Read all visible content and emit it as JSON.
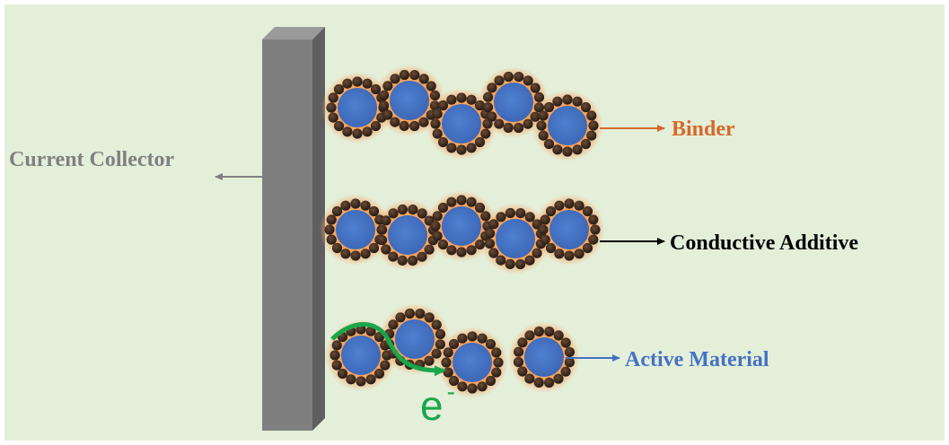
{
  "labels": {
    "current_collector": "Current Collector",
    "binder": "Binder",
    "conductive_additive": "Conductive Additive",
    "active_material": "Active Material",
    "electron_symbol": "e",
    "electron_charge": "-"
  },
  "colors": {
    "background": "#e4efd9",
    "frame_border": "#ffffff",
    "collector_front": "#7f7f7f",
    "collector_side": "#5f5f5f",
    "collector_top": "#9a9a9a",
    "current_collector_text": "#808080",
    "binder": "#d6692a",
    "binder_glow": "#f7a25b",
    "conductive_additive": "#000000",
    "conductive_particle": "#2a1f19",
    "active_material": "#4472c4",
    "electron_path": "#1aa64b"
  },
  "rows": [
    {
      "particles": 5,
      "label_key": "binder"
    },
    {
      "particles": 5,
      "label_key": "conductive_additive"
    },
    {
      "particles": 4,
      "label_key": "active_material"
    }
  ]
}
